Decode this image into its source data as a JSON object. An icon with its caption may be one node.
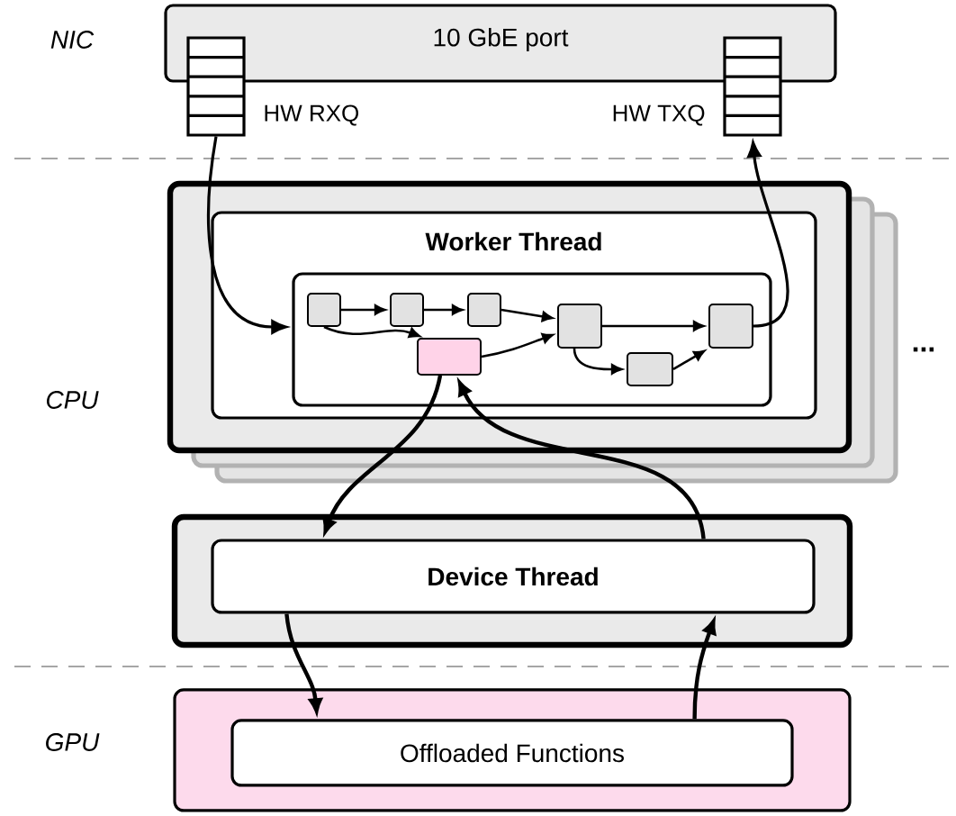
{
  "diagram": {
    "nodes": [
      {
        "text": [
          "10 GbE port"
        ]
      },
      {
        "text": [],
        "shape": "box",
        "beside": [
          "HW RXQ"
        ]
      },
      {
        "text": [],
        "shape": "box",
        "beside": [
          "HW TXQ"
        ]
      },
      {
        "text": [],
        "shape": "box"
      },
      {
        "text": [
          "Worker Thread"
        ],
        "in": 3
      },
      {
        "text": [],
        "shape": "box",
        "in": 4
      },
      {
        "text": [],
        "shape": "box",
        "in": 5
      },
      {
        "text": [],
        "shape": "box",
        "in": 5
      },
      {
        "text": [],
        "shape": "box",
        "in": 5
      },
      {
        "text": [],
        "shape": "box",
        "in": 5
      },
      {
        "text": [],
        "shape": "box",
        "in": 5
      },
      {
        "text": [],
        "shape": "box",
        "in": 5
      },
      {
        "text": [],
        "shape": "box",
        "in": 5
      },
      {
        "text": [],
        "shape": "box"
      },
      {
        "text": [
          "Device Thread"
        ],
        "in": 13
      },
      {
        "text": [],
        "shape": "box"
      },
      {
        "text": [
          "Offloaded Functions"
        ],
        "in": 15
      }
    ],
    "edges": [
      {
        "from": 1,
        "to": 5,
        "arrow": "to"
      },
      {
        "from": 6,
        "to": 7,
        "arrow": "to"
      },
      {
        "from": 7,
        "to": 8,
        "arrow": "to"
      },
      {
        "from": 8,
        "to": 10,
        "arrow": "to"
      },
      {
        "from": 6,
        "to": 9,
        "arrow": "to"
      },
      {
        "from": 9,
        "to": 10,
        "arrow": "to"
      },
      {
        "from": 10,
        "to": 12,
        "arrow": "to"
      },
      {
        "from": 10,
        "to": 11,
        "arrow": "to"
      },
      {
        "from": 11,
        "to": 12,
        "arrow": "to"
      },
      {
        "from": 12,
        "to": 2,
        "arrow": "to"
      },
      {
        "from": 9,
        "to": 14,
        "arrow": "to"
      },
      {
        "from": 14,
        "to": 9,
        "arrow": "to"
      },
      {
        "from": 14,
        "to": 16,
        "arrow": "to"
      },
      {
        "from": 16,
        "to": 14,
        "arrow": "to"
      }
    ],
    "labels": [
      "NIC",
      "CPU",
      "GPU",
      "..."
    ]
  }
}
